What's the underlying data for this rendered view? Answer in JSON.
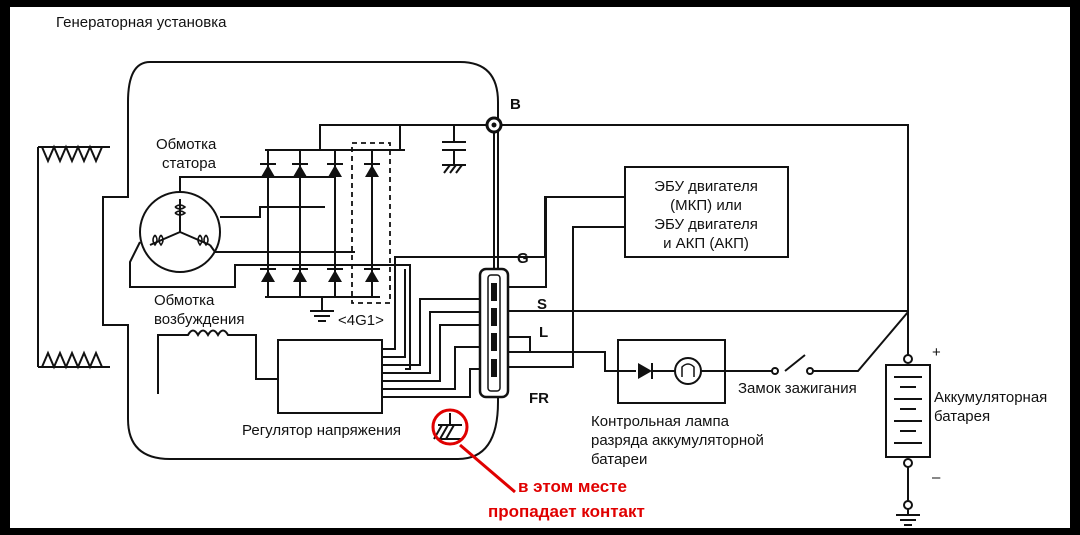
{
  "title": "Генераторная установка",
  "labels": {
    "stator_line1": "Обмотка",
    "stator_line2": "статора",
    "field_line1": "Обмотка",
    "field_line2": "возбуждения",
    "regulator": "Регулятор напряжения",
    "diode_pack": "<4G1>",
    "terminal_b": "B",
    "terminal_g": "G",
    "terminal_s": "S",
    "terminal_l": "L",
    "terminal_fr": "FR",
    "ecu_line1": "ЭБУ двигателя",
    "ecu_line2": "(МКП) или",
    "ecu_line3": "ЭБУ двигателя",
    "ecu_line4": "и АКП (АКП)",
    "lamp_line1": "Контрольная лампа",
    "lamp_line2": "разряда аккумуляторной",
    "lamp_line3": "батареи",
    "ignition": "Замок зажигания",
    "battery_line1": "Аккумуляторная",
    "battery_line2": "батарея",
    "plus": "+",
    "minus": "–"
  },
  "annotation": {
    "line1": "в этом месте",
    "line2": "пропадает контакт",
    "color": "#e00000"
  }
}
